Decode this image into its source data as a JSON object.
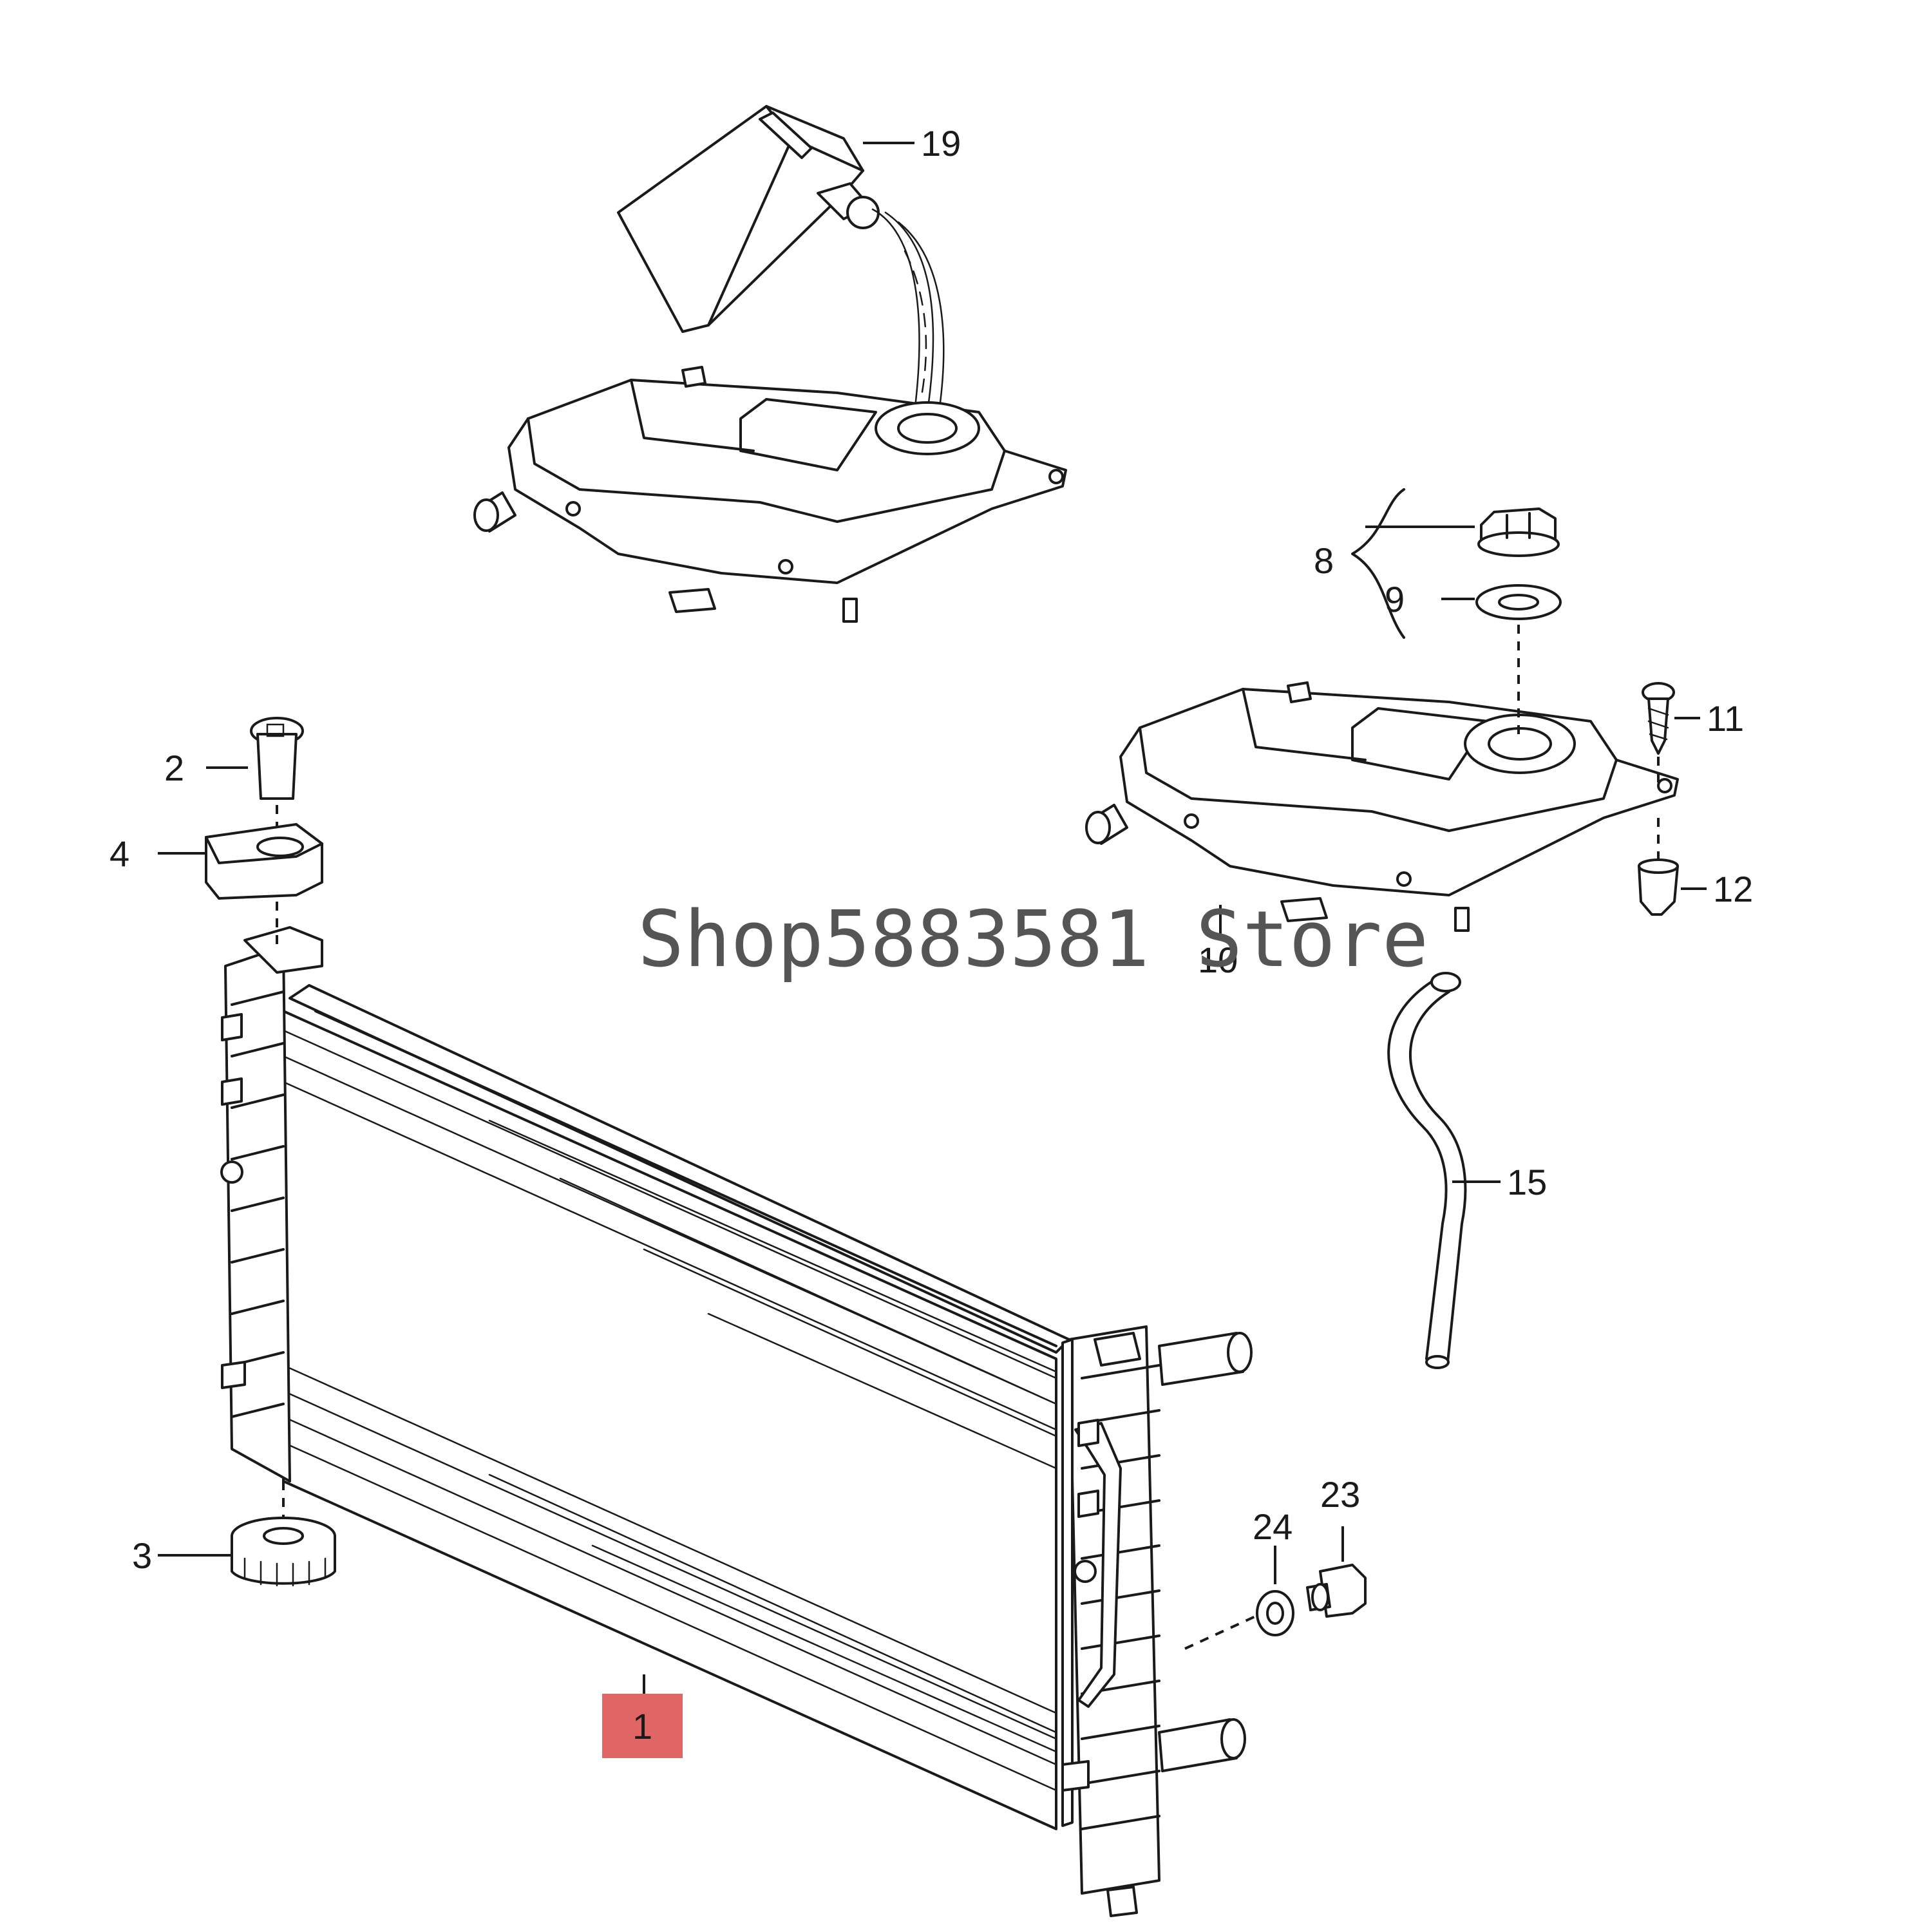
{
  "watermark": "Shop5883581 Store",
  "callouts": {
    "c1": "1",
    "c2": "2",
    "c3": "3",
    "c4": "4",
    "c8": "8",
    "c9": "9",
    "c10": "10",
    "c11": "11",
    "c12": "12",
    "c15": "15",
    "c19": "19",
    "c23": "23",
    "c24": "24"
  },
  "colors": {
    "line": "#1a1a1a",
    "highlight": "#e06666",
    "watermark": "#555555",
    "background": "#ffffff"
  }
}
